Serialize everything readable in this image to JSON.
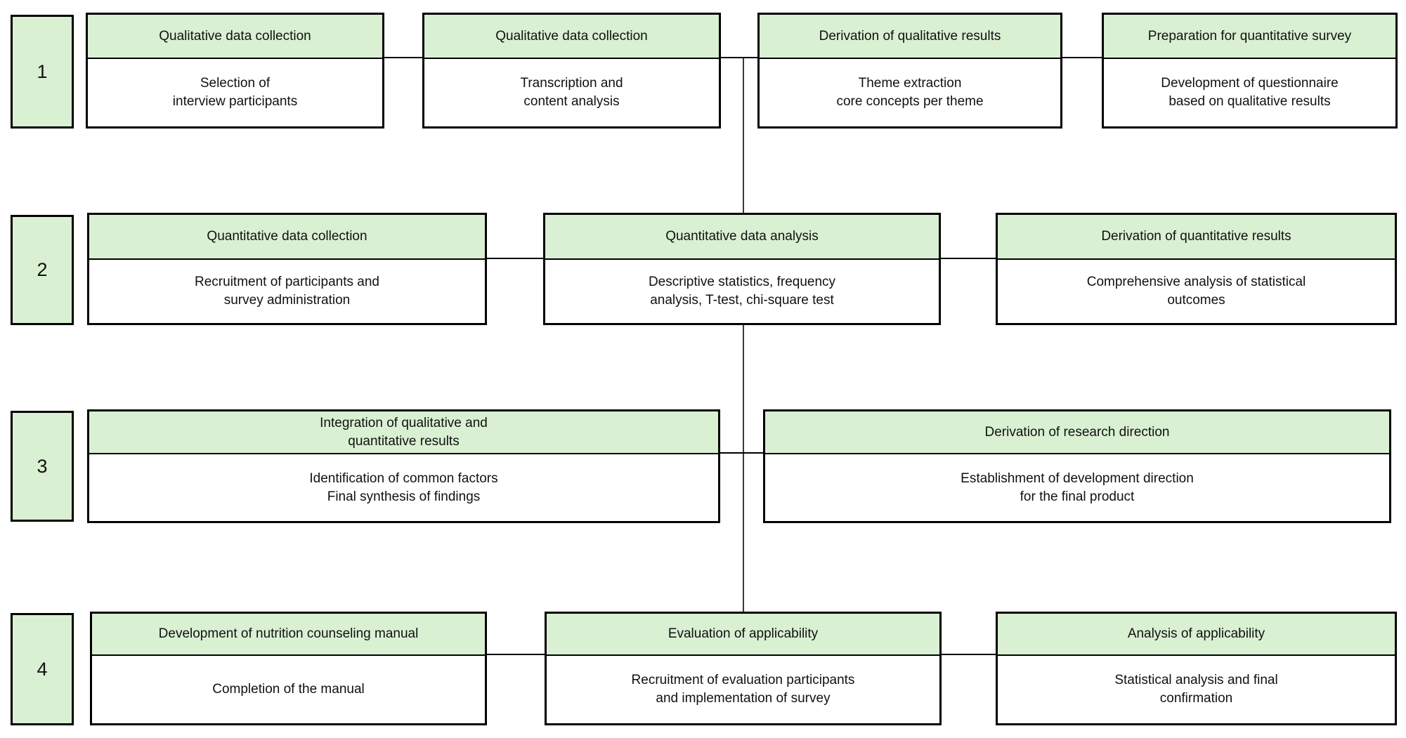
{
  "colors": {
    "header_fill": "#d9f0d2",
    "box_background": "#ffffff",
    "border": "#000000",
    "connector_line": "#3a3a3a"
  },
  "rows": [
    {
      "number": "1",
      "boxes": [
        {
          "header": "Qualitative data collection",
          "body": "Selection of\ninterview participants"
        },
        {
          "header": "Qualitative data collection",
          "body": "Transcription and\ncontent analysis"
        },
        {
          "header": "Derivation of qualitative results",
          "body": "Theme extraction\ncore concepts per theme"
        },
        {
          "header": "Preparation for quantitative survey",
          "body": "Development of questionnaire\nbased on qualitative results"
        }
      ]
    },
    {
      "number": "2",
      "boxes": [
        {
          "header": "Quantitative data collection",
          "body": "Recruitment of participants and\nsurvey administration"
        },
        {
          "header": "Quantitative data analysis",
          "body": "Descriptive statistics, frequency\nanalysis, T-test, chi-square test"
        },
        {
          "header": "Derivation of quantitative results",
          "body": "Comprehensive analysis of statistical\noutcomes"
        }
      ]
    },
    {
      "number": "3",
      "boxes": [
        {
          "header": "Integration of qualitative and\nquantitative results",
          "body": "Identification of common factors\nFinal synthesis of findings"
        },
        {
          "header": "Derivation of research direction",
          "body": "Establishment of development direction\nfor the final product"
        }
      ]
    },
    {
      "number": "4",
      "boxes": [
        {
          "header": "Development of nutrition counseling manual",
          "body": "Completion of the manual"
        },
        {
          "header": "Evaluation of applicability",
          "body": "Recruitment of evaluation participants\nand implementation of survey"
        },
        {
          "header": "Analysis of applicability",
          "body": "Statistical analysis and final\nconfirmation"
        }
      ]
    }
  ]
}
